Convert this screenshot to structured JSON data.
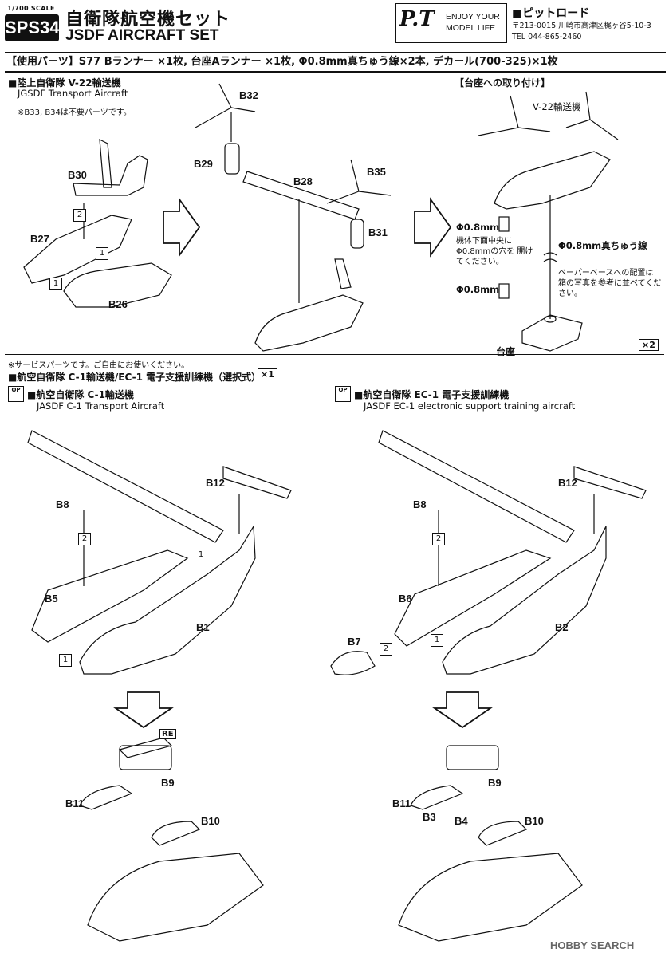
{
  "header": {
    "scale": "1/700 SCALE",
    "code": "SPS34",
    "title_jp": "自衛隊航空機セット",
    "title_en": "JSDF AIRCRAFT SET",
    "logo_mark": "P.T",
    "logo_line1": "ENJOY YOUR",
    "logo_line2": "MODEL LIFE",
    "maker": "■ピットロード",
    "address": "〒213-0015 川崎市高津区梶ヶ谷5-10-3",
    "tel": "TEL 044-865-2460"
  },
  "parts_bar": "【使用パーツ】S77 Bランナー ×1枚, 台座Aランナー ×1枚, Φ0.8mm真ちゅう線×2本, デカール(700-325)×1枚",
  "v22": {
    "heading_jp": "■陸上自衛隊 V-22輸送機",
    "heading_en": "JGSDF Transport Aircraft",
    "note": "※B33, B34は不要パーツです。",
    "labels": [
      "B32",
      "B29",
      "B28",
      "B35",
      "B30",
      "B27",
      "B31",
      "B26"
    ],
    "steps": [
      "2",
      "1",
      "1"
    ]
  },
  "stand": {
    "heading": "【台座への取り付け】",
    "aircraft": "V-22輸送機",
    "drill1": "Φ0.8mm",
    "drill_note": "機体下面中央に Φ0.8mmの穴を 開けてください。",
    "wire": "Φ0.8mm真ちゅう線",
    "base_note": "ベーパーベースへの配置は 箱の写真を参考に並べてください。",
    "drill2": "Φ0.8mm",
    "base": "台座",
    "qty": "×2"
  },
  "service_note": "※サービスパーツです。ご自由にお使いください。",
  "c1_section": {
    "heading": "■航空自衛隊 C-1輸送機/EC-1 電子支援訓練機（選択式）",
    "qty": "×1"
  },
  "c1": {
    "op": "OP",
    "heading_jp": "■航空自衛隊 C-1輸送機",
    "heading_en": "JASDF C-1 Transport Aircraft",
    "labels": [
      "B12",
      "B8",
      "B5",
      "B1",
      "B9",
      "B11",
      "B10"
    ],
    "re": "RE",
    "steps": [
      "2",
      "1",
      "1"
    ]
  },
  "ec1": {
    "op": "OP",
    "heading_jp": "■航空自衛隊 EC-1 電子支援訓練機",
    "heading_en": "JASDF EC-1 electronic support training aircraft",
    "labels": [
      "B12",
      "B8",
      "B6",
      "B2",
      "B7",
      "B9",
      "B11",
      "B3",
      "B4",
      "B10"
    ],
    "steps": [
      "2",
      "2",
      "1"
    ]
  },
  "watermark": "HOBBY SEARCH"
}
